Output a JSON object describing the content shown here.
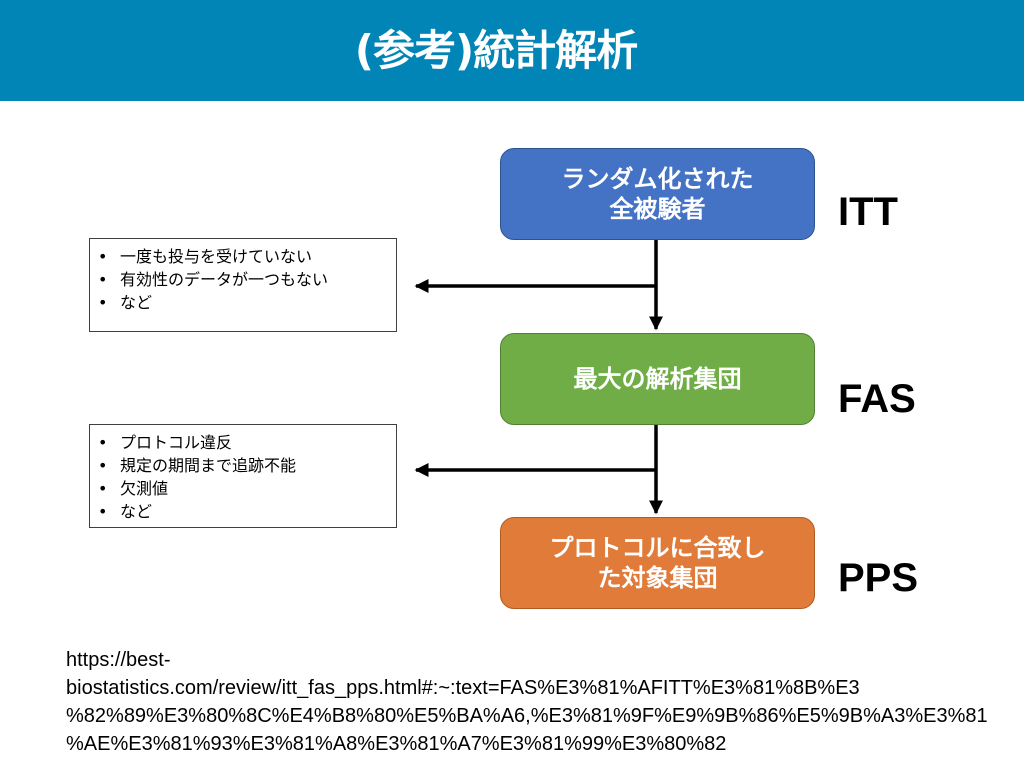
{
  "header": {
    "title": "(参考)統計解析"
  },
  "flow": {
    "nodes": [
      {
        "lines": [
          "ランダム化された",
          "全被験者"
        ],
        "label": "ITT",
        "color": "#4472c4"
      },
      {
        "lines": [
          "最大の解析集団"
        ],
        "label": "FAS",
        "color": "#70ad47"
      },
      {
        "lines": [
          "プロトコルに合致し",
          "た対象集団"
        ],
        "label": "PPS",
        "color": "#e07b39"
      }
    ],
    "exclusions": [
      {
        "items": [
          "一度も投与を受けていない",
          "有効性のデータが一つもない",
          "など"
        ]
      },
      {
        "items": [
          "プロトコル違反",
          "規定の期間まで追跡不能",
          "欠測値",
          "など"
        ]
      }
    ],
    "bullet": "•"
  },
  "source": {
    "lines": [
      "https://best-",
      "biostatistics.com/review/itt_fas_pps.html#:~:text=FAS%E3%81%AFITT%E3%81%8B%E3",
      "%82%89%E3%80%8C%E4%B8%80%E5%BA%A6,%E3%81%9F%E9%9B%86%E5%9B%A3%E3%81",
      "%AE%E3%81%93%E3%81%A8%E3%81%A7%E3%81%99%E3%80%82"
    ]
  }
}
